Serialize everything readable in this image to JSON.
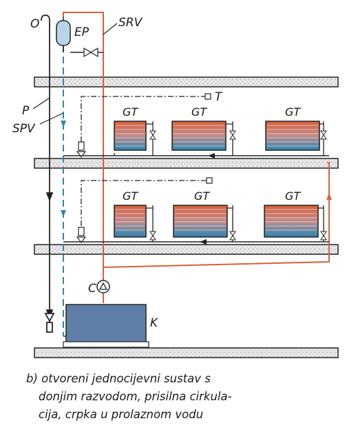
{
  "labels": {
    "O": "O",
    "EP": "EP",
    "SRV": "SRV",
    "T": "T",
    "P": "P",
    "SPV": "SPV",
    "C": "C",
    "K": "K",
    "GT": "GT"
  },
  "caption": {
    "line1": "b) otvoreni jednocijevni sustav s",
    "line2": "donjim razvodom, prisilna cirkula-",
    "line3": "cija, crpka u prolaznom vodu"
  },
  "colors": {
    "supply": "#d9603a",
    "return": "#2d86b0",
    "boiler": "#5f7fa8",
    "expansion": "#b9d4e6",
    "floor": "#dcdcdc",
    "line": "#222222"
  }
}
